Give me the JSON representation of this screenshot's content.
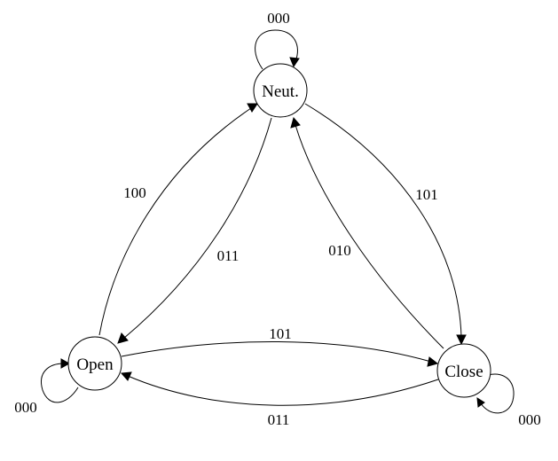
{
  "diagram": {
    "nodes": {
      "neutral": {
        "label": "Neut."
      },
      "open": {
        "label": "Open"
      },
      "close": {
        "label": "Close"
      }
    },
    "edges": {
      "neutral_self": {
        "label": "000"
      },
      "open_self": {
        "label": "000"
      },
      "close_self": {
        "label": "000"
      },
      "open_to_neutral": {
        "label": "100"
      },
      "neutral_to_open": {
        "label": "011"
      },
      "neutral_to_close": {
        "label": "101"
      },
      "close_to_neutral": {
        "label": "010"
      },
      "open_to_close": {
        "label": "101"
      },
      "close_to_open": {
        "label": "011"
      }
    }
  }
}
